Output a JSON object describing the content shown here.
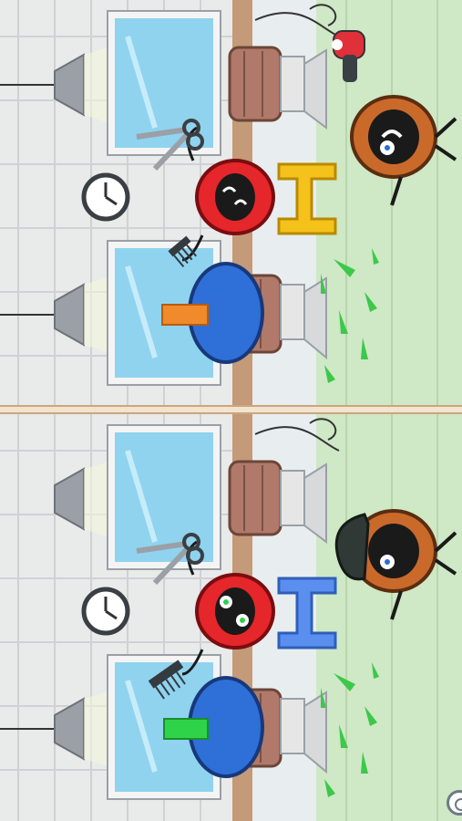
{
  "game": {
    "genre": "spot-the-difference",
    "scene": "barber-shop",
    "panels": [
      {
        "id": "top",
        "stool_color": "#f5c21b",
        "comb_color": "#333a40",
        "customer_tag_color": "#f08a2a",
        "red_barber_eyes": "closed-smile",
        "orange_customer_hair": "none",
        "hair_dryer_visible": true,
        "hair_clippings_color": "#3cc84a"
      },
      {
        "id": "bottom",
        "stool_color": "#5a8ff0",
        "comb_color": "#333a40",
        "customer_tag_color": "#2fd34a",
        "red_barber_eyes": "open-green",
        "orange_customer_hair": "dark-pompadour",
        "hair_dryer_visible": false,
        "hair_clippings_color": "#3cc84a"
      }
    ],
    "colors": {
      "brick_wall": "#e9eaea",
      "brick_mortar": "#cfd2d4",
      "floor": "#cfe8c6",
      "window_glass": "#8fd3ef",
      "window_frame": "#f4f4f4",
      "lamp": "#9aa0a6",
      "chair": "#b0796a",
      "red_barber": "#e5262a",
      "orange_customer": "#c96a2b",
      "blue_customer": "#2f6fd8",
      "divider": "#f3e4cf"
    },
    "icons": [
      "scissors-icon",
      "comb-icon",
      "wall-clock-icon",
      "hair-dryer-icon",
      "lamp-icon",
      "hint-icon"
    ]
  }
}
